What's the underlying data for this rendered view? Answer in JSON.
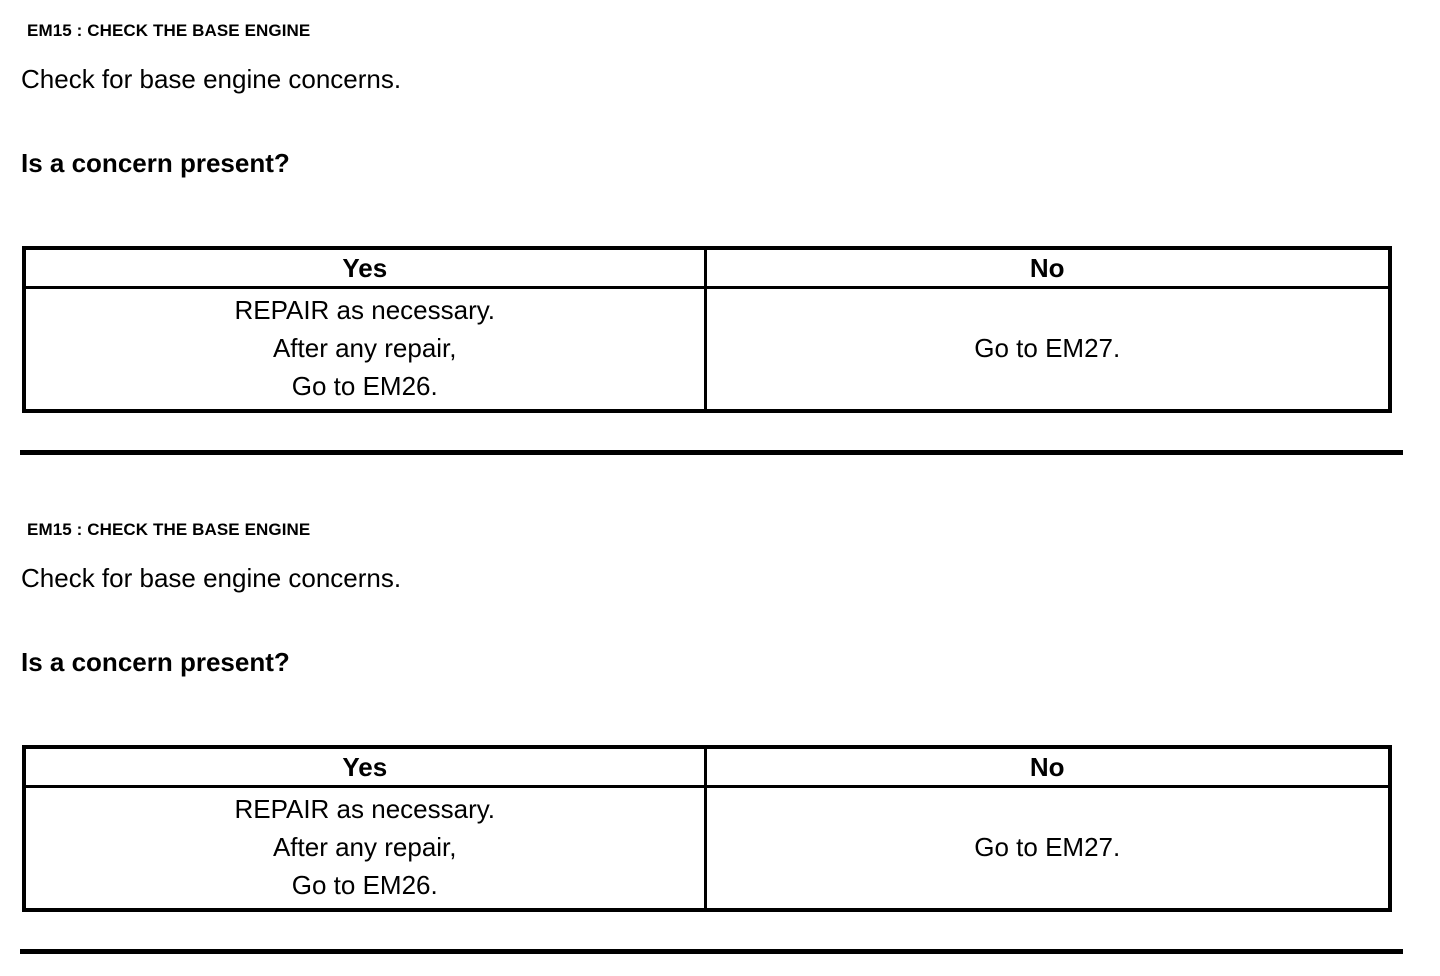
{
  "document": {
    "sections": [
      {
        "step_heading": "EM15 : CHECK THE BASE ENGINE",
        "instruction": "Check for base engine concerns.",
        "question": "Is a concern present?",
        "table": {
          "headers": [
            "Yes",
            "No"
          ],
          "yes_lines": [
            "REPAIR as necessary.",
            "After any repair,",
            "Go to EM26."
          ],
          "no_lines": [
            "Go to EM27."
          ]
        }
      },
      {
        "step_heading": "EM15 : CHECK THE BASE ENGINE",
        "instruction": "Check for base engine concerns.",
        "question": "Is a concern present?",
        "table": {
          "headers": [
            "Yes",
            "No"
          ],
          "yes_lines": [
            "REPAIR as necessary.",
            "After any repair,",
            "Go to EM26."
          ],
          "no_lines": [
            "Go to EM27."
          ]
        }
      }
    ],
    "colors": {
      "ink": "#000000",
      "paper": "#ffffff"
    }
  }
}
